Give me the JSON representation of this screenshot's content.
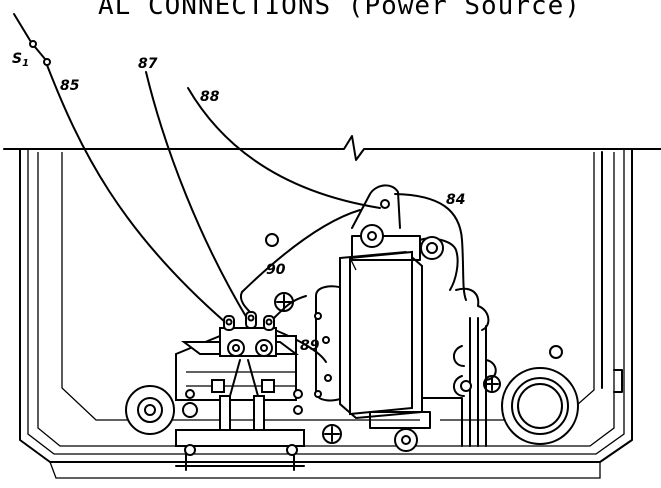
{
  "diagram": {
    "title_fragment": "AL CONNECTIONS (Power Source)",
    "labels": {
      "s1": "S",
      "s1_sub": "1",
      "w85": "85",
      "w87": "87",
      "w88": "88",
      "w84": "84",
      "w90": "90",
      "w89": "89"
    }
  }
}
